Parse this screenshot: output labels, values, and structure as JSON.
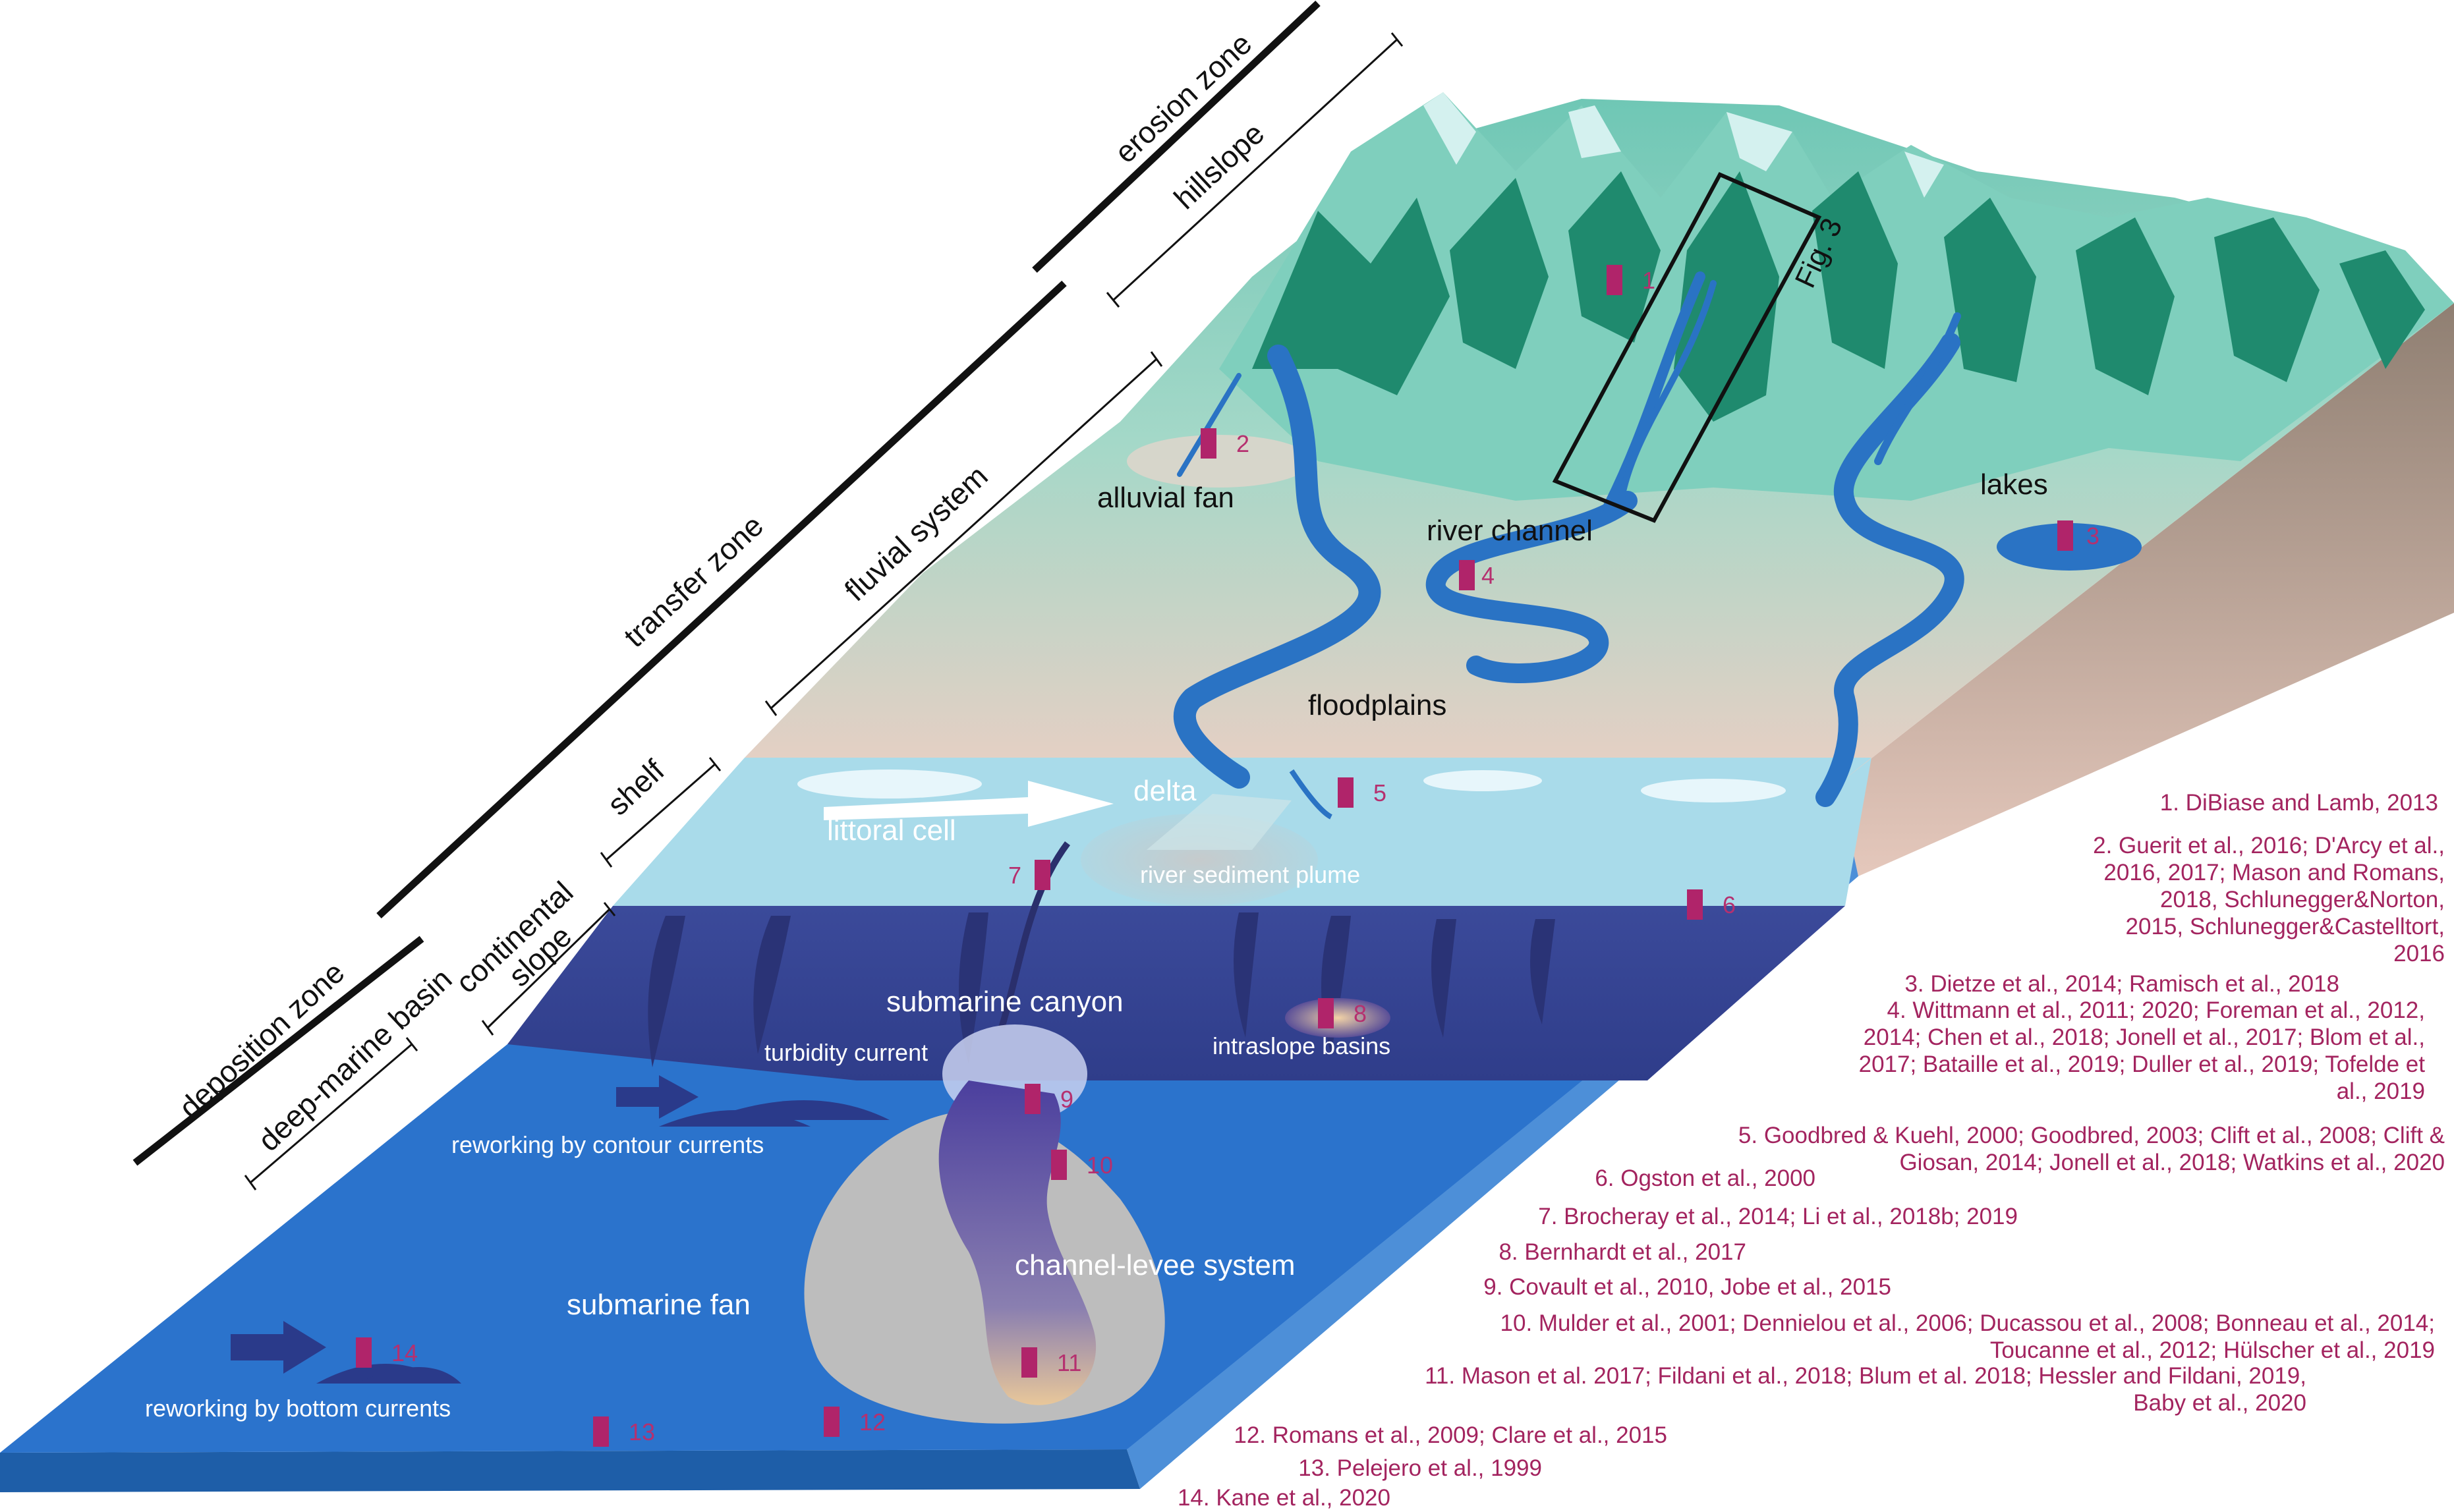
{
  "zones": {
    "erosion": "erosion zone",
    "hillslope": "hillslope",
    "transfer": "transfer zone",
    "fluvial": "fluvial system",
    "shelf": "shelf",
    "continental_slope_1": "continental",
    "continental_slope_2": "slope",
    "deposition": "deposition zone",
    "deep_marine": "deep-marine basin"
  },
  "labels": {
    "alluvial_fan": "alluvial fan",
    "river_channel": "river channel",
    "lakes": "lakes",
    "floodplains": "floodplains",
    "delta": "delta",
    "littoral_cell": "littoral cell",
    "river_sediment_plume": "river sediment plume",
    "submarine_canyon": "submarine canyon",
    "turbidity_current": "turbidity current",
    "intraslope_basins": "intraslope basins",
    "contour_currents": "reworking by contour currents",
    "channel_levee": "channel-levee system",
    "submarine_fan": "submarine fan",
    "bottom_currents": "reworking by bottom currents",
    "fig3": "Fig. 3"
  },
  "site_numbers": [
    "1",
    "2",
    "3",
    "4",
    "5",
    "6",
    "7",
    "8",
    "9",
    "10",
    "11",
    "12",
    "13",
    "14"
  ],
  "references": [
    [
      "1. DiBiase and Lamb, 2013"
    ],
    [
      "2. Guerit et al., 2016; D'Arcy et al.,",
      "2016, 2017; Mason and Romans,",
      "2018, Schlunegger&Norton,",
      "2015, Schlunegger&Castelltort,",
      "2016"
    ],
    [
      "3. Dietze et al., 2014; Ramisch et al., 2018"
    ],
    [
      "4. Wittmann et al., 2011; 2020; Foreman et al., 2012,",
      "2014; Chen et al., 2018;  Jonell et al., 2017; Blom et al.,",
      "2017; Bataille et al., 2019; Duller et al., 2019; Tofelde et",
      "al., 2019"
    ],
    [
      "5. Goodbred & Kuehl, 2000; Goodbred, 2003; Clift et al., 2008; Clift &",
      "Giosan, 2014; Jonell et al., 2018; Watkins et al., 2020"
    ],
    [
      "6. Ogston et al., 2000"
    ],
    [
      "7. Brocheray et al., 2014; Li et al., 2018b; 2019"
    ],
    [
      "8. Bernhardt et al., 2017"
    ],
    [
      "9. Covault et al., 2010, Jobe et al., 2015"
    ],
    [
      "10. Mulder et al., 2001; Dennielou et al., 2006; Ducassou et al., 2008; Bonneau et al., 2014;",
      "Toucanne et al., 2012; Hülscher et al., 2019"
    ],
    [
      "11. Mason et al. 2017; Fildani et al., 2018; Blum et al. 2018; Hessler and Fildani, 2019,",
      "Baby et al., 2020"
    ],
    [
      "12. Romans et al., 2009; Clare et al., 2015"
    ],
    [
      "13. Pelejero et al., 1999"
    ],
    [
      "14. Kane et al., 2020"
    ]
  ],
  "colors": {
    "site_marker": "#b0246a",
    "reference_text": "#a3245f",
    "river": "#2a73c4",
    "mountain_light": "#7fd0bf",
    "mountain_dark": "#1f8a6e",
    "shelf": "#a8d8ea",
    "slope": "#3a4596",
    "basin": "#2a6fc9",
    "fan": "#bdbdbd"
  }
}
